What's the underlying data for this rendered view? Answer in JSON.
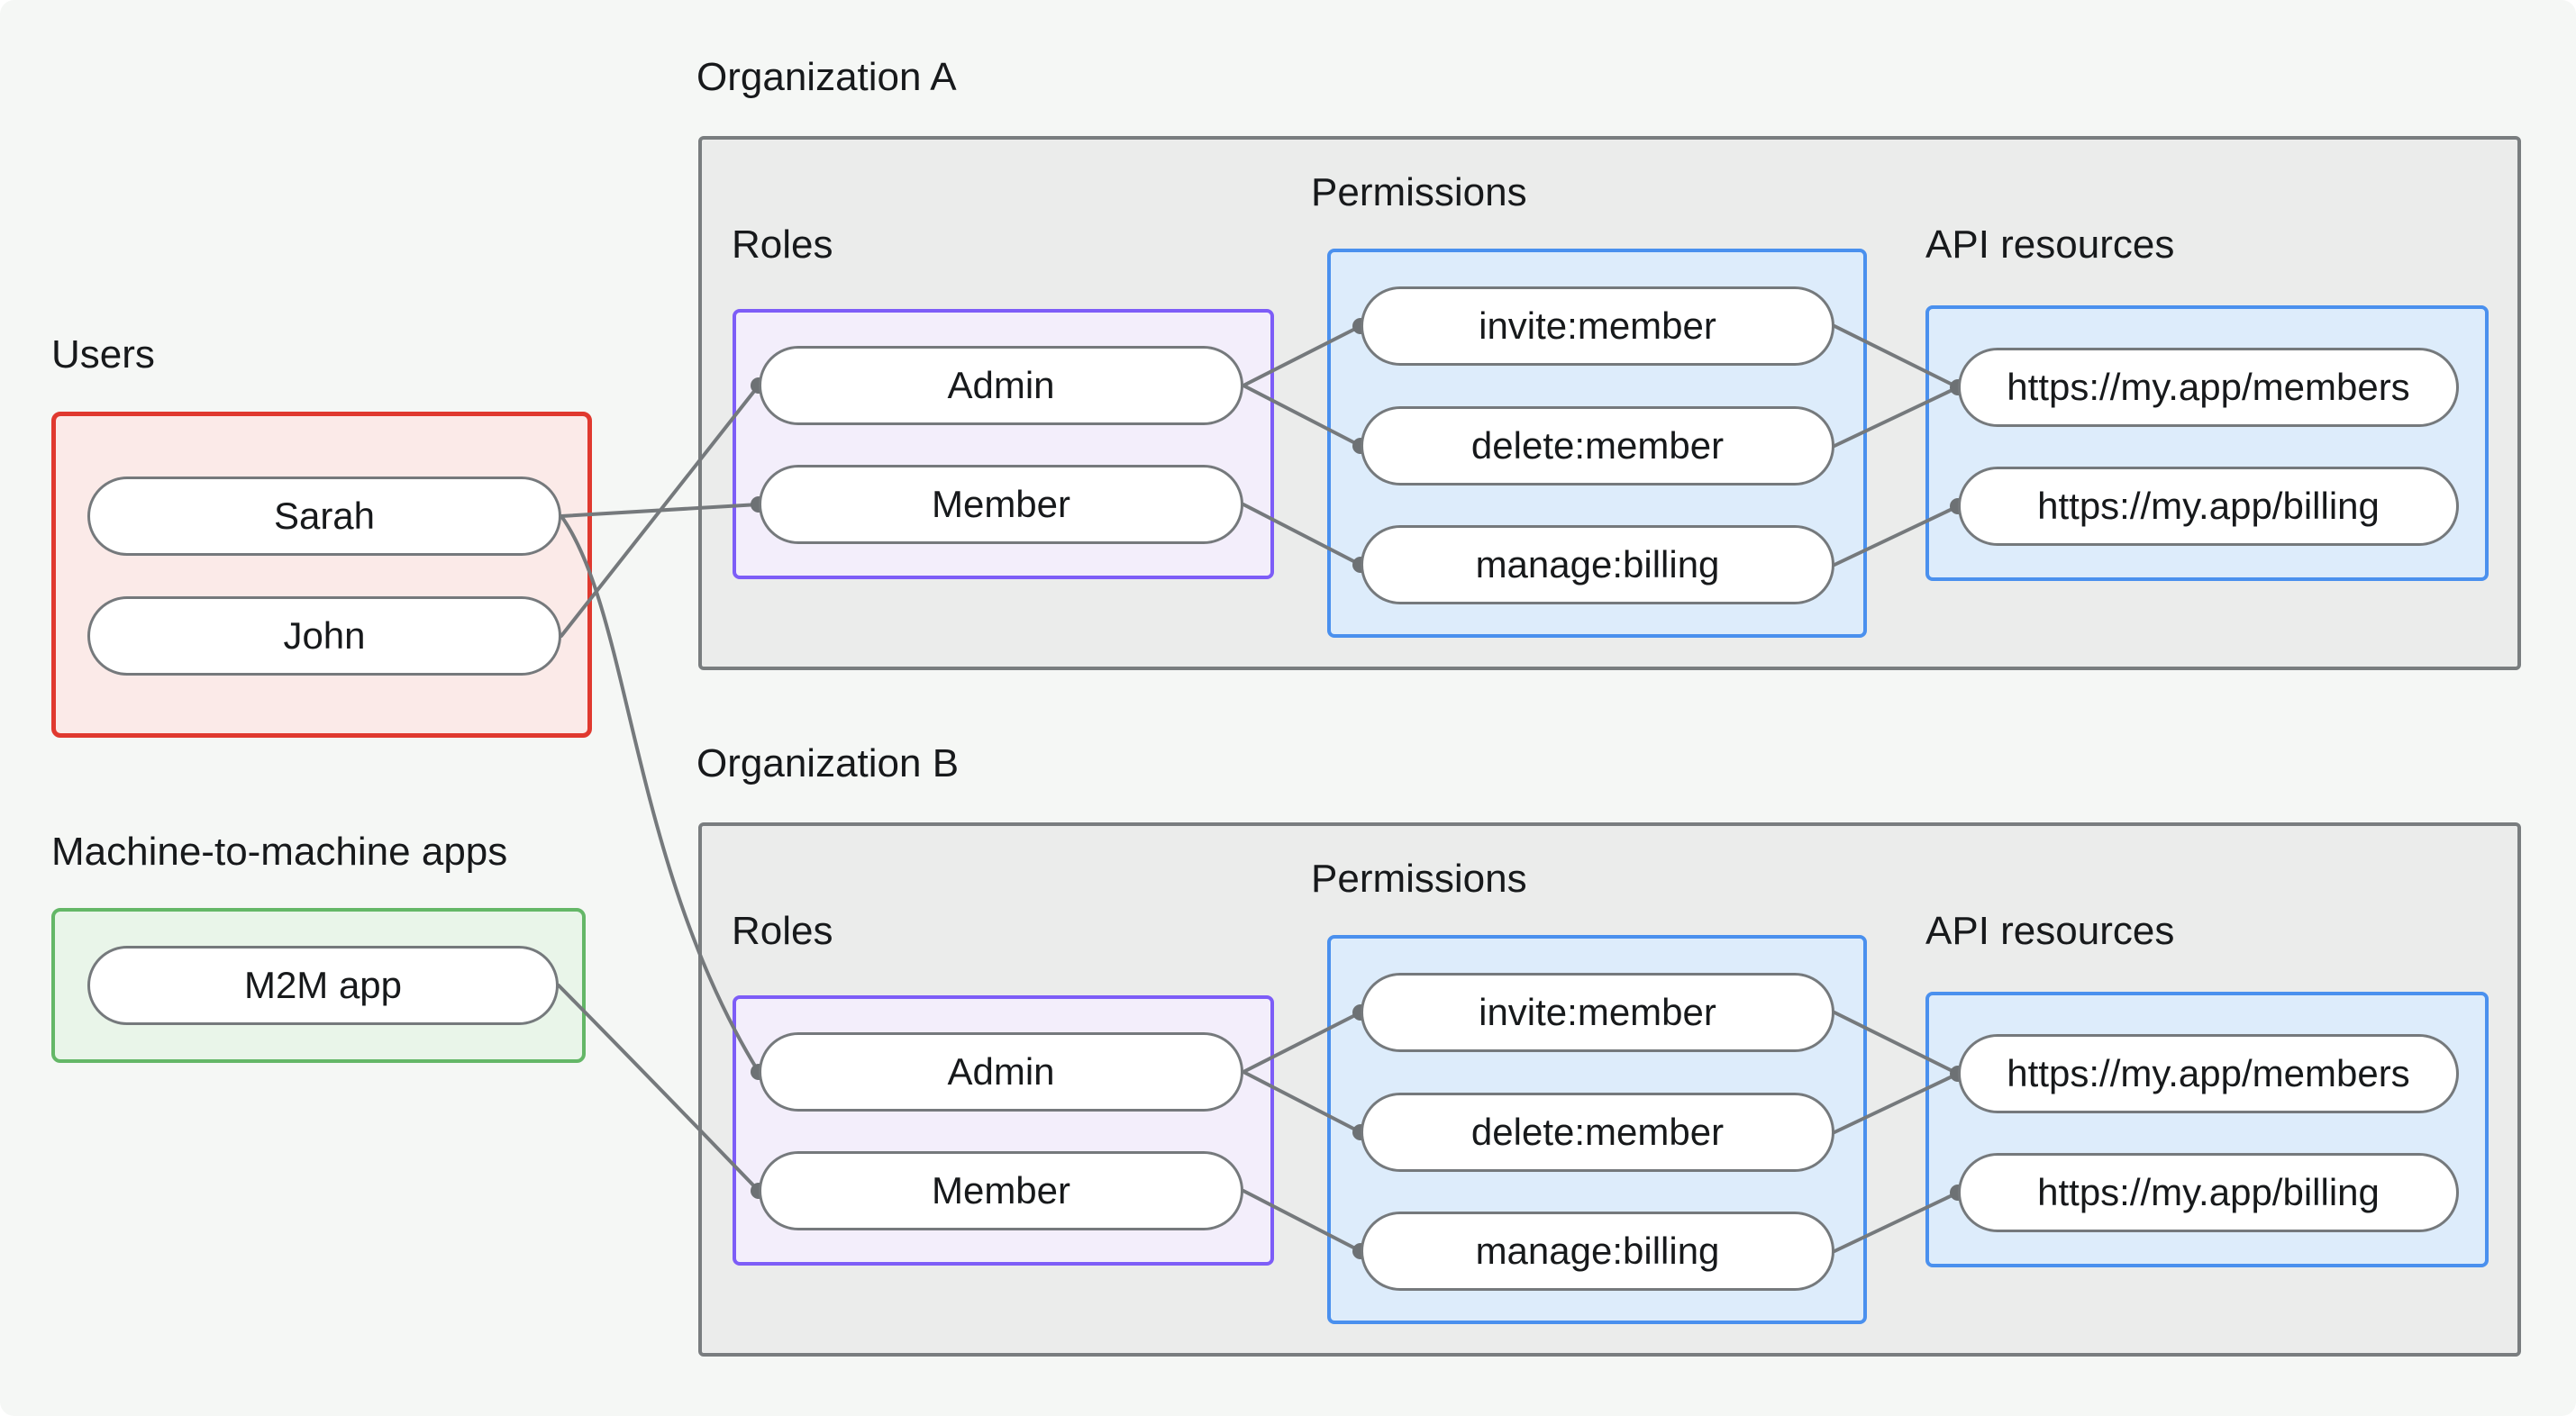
{
  "left_column": {
    "users_label": "Users",
    "users": [
      "Sarah",
      "John"
    ],
    "m2m_label": "Machine-to-machine apps",
    "m2m_apps": [
      "M2M app"
    ]
  },
  "orgs": [
    {
      "title": "Organization A",
      "roles_label": "Roles",
      "permissions_label": "Permissions",
      "api_label": "API resources",
      "roles": [
        "Admin",
        "Member"
      ],
      "permissions": [
        "invite:member",
        "delete:member",
        "manage:billing"
      ],
      "api_resources": [
        "https://my.app/members",
        "https://my.app/billing"
      ]
    },
    {
      "title": "Organization B",
      "roles_label": "Roles",
      "permissions_label": "Permissions",
      "api_label": "API resources",
      "roles": [
        "Admin",
        "Member"
      ],
      "permissions": [
        "invite:member",
        "delete:member",
        "manage:billing"
      ],
      "api_resources": [
        "https://my.app/members",
        "https://my.app/billing"
      ]
    }
  ],
  "connections": [
    {
      "org": "Organization A",
      "from": "Sarah",
      "to": "Member"
    },
    {
      "org": "Organization A",
      "from": "John",
      "to": "Admin"
    },
    {
      "org": "Organization B",
      "from": "Sarah",
      "to": "Admin"
    },
    {
      "org": "Organization B",
      "from": "M2M app",
      "to": "Member"
    },
    {
      "org": "Organization A",
      "from": "Admin",
      "to": "invite:member"
    },
    {
      "org": "Organization A",
      "from": "Admin",
      "to": "delete:member"
    },
    {
      "org": "Organization A",
      "from": "Member",
      "to": "manage:billing"
    },
    {
      "org": "Organization A",
      "from": "invite:member",
      "to": "https://my.app/members"
    },
    {
      "org": "Organization A",
      "from": "delete:member",
      "to": "https://my.app/members"
    },
    {
      "org": "Organization A",
      "from": "manage:billing",
      "to": "https://my.app/billing"
    },
    {
      "org": "Organization B",
      "from": "Admin",
      "to": "invite:member"
    },
    {
      "org": "Organization B",
      "from": "Admin",
      "to": "delete:member"
    },
    {
      "org": "Organization B",
      "from": "Member",
      "to": "manage:billing"
    },
    {
      "org": "Organization B",
      "from": "invite:member",
      "to": "https://my.app/members"
    },
    {
      "org": "Organization B",
      "from": "delete:member",
      "to": "https://my.app/members"
    },
    {
      "org": "Organization B",
      "from": "manage:billing",
      "to": "https://my.app/billing"
    }
  ],
  "colors": {
    "page_bg": "#f5f7f5",
    "org_fill": "#ebeceb",
    "org_border": "#797d7f",
    "users_fill": "#fbeae8",
    "users_border": "#e0392f",
    "m2m_fill": "#e9f5e9",
    "m2m_border": "#64b767",
    "roles_fill": "#f3eefb",
    "roles_border": "#7d5df7",
    "permissions_fill": "#ddecfb",
    "permissions_border": "#4a90ee",
    "node_fill": "#ffffff",
    "node_border": "#75797c",
    "edge": "#75797c",
    "text": "#17191b"
  }
}
